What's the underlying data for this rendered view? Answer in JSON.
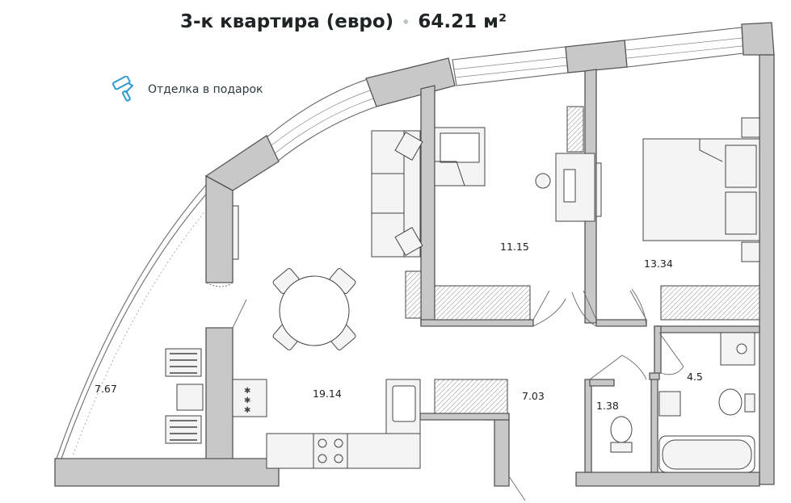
{
  "header": {
    "room_type": "3-к квартира (евро)",
    "separator": "•",
    "total_area": "64.21 м²"
  },
  "promo": {
    "label": "Отделка в подарок",
    "icon": "paint-roller-icon",
    "accent": "#2d9ad0"
  },
  "rooms": [
    {
      "id": "balcony",
      "area": "7.67"
    },
    {
      "id": "kitchen-living",
      "area": "19.14"
    },
    {
      "id": "bedroom-1",
      "area": "11.15"
    },
    {
      "id": "bedroom-2",
      "area": "13.34"
    },
    {
      "id": "hallway",
      "area": "7.03"
    },
    {
      "id": "wc",
      "area": "1.38"
    },
    {
      "id": "bathroom",
      "area": "4.5"
    }
  ],
  "colors": {
    "wall": "#c8c8c8",
    "wall_stroke": "#555555",
    "furniture": "#f4f4f4"
  }
}
